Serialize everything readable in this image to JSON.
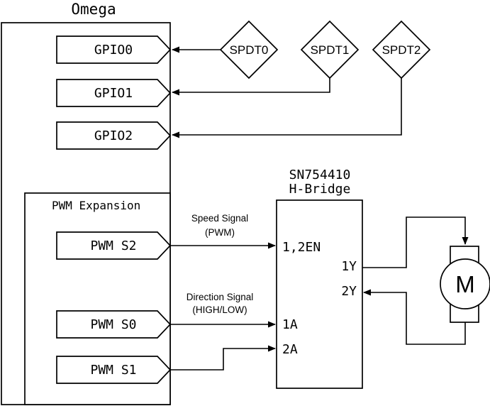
{
  "title": "Omega",
  "board": {
    "gpio_pins": [
      {
        "label": "GPIO0"
      },
      {
        "label": "GPIO1"
      },
      {
        "label": "GPIO2"
      }
    ],
    "pwm_expansion": {
      "label": "PWM Expansion",
      "pins": [
        {
          "label": "PWM S2"
        },
        {
          "label": "PWM S0"
        },
        {
          "label": "PWM S1"
        }
      ]
    }
  },
  "switches": [
    {
      "label": "SPDT0"
    },
    {
      "label": "SPDT1"
    },
    {
      "label": "SPDT2"
    }
  ],
  "hbridge": {
    "name": "SN754410",
    "type": "H-Bridge",
    "left_pins": [
      {
        "label": "1,2EN"
      },
      {
        "label": "1A"
      },
      {
        "label": "2A"
      }
    ],
    "right_pins": [
      {
        "label": "1Y"
      },
      {
        "label": "2Y"
      }
    ]
  },
  "motor": {
    "label": "M"
  },
  "annotations": {
    "speed": {
      "line1": "Speed Signal",
      "line2": "(PWM)"
    },
    "direction": {
      "line1": "Direction Signal",
      "line2": "(HIGH/LOW)"
    }
  },
  "colors": {
    "stroke": "#000000",
    "background": "#ffffff"
  }
}
